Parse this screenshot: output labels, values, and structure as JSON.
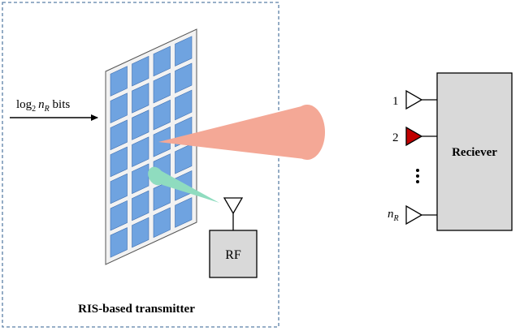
{
  "transmitter": {
    "caption": "RIS-based transmitter",
    "rf_label": "RF",
    "input_label": {
      "prefix": "log",
      "base": "2",
      "var": "n",
      "sub": "R",
      "suffix": " bits"
    }
  },
  "receiver": {
    "label": "Reciever",
    "antennas": [
      {
        "label": "1",
        "sub": "",
        "highlighted": false
      },
      {
        "label": "2",
        "sub": "",
        "highlighted": true
      },
      {
        "label": "n",
        "sub": "R",
        "highlighted": false
      }
    ]
  },
  "colors": {
    "dashed_border": "#5b7fa6",
    "ris_panel": "#f2f2f2",
    "ris_element": "#6fa3e0",
    "ris_element_border": "#3f6fb0",
    "main_beam": "#f4a896",
    "feed_beam": "#8fdcbf",
    "box_fill": "#d9d9d9",
    "antenna_highlight": "#c00000",
    "stroke": "#000000"
  }
}
